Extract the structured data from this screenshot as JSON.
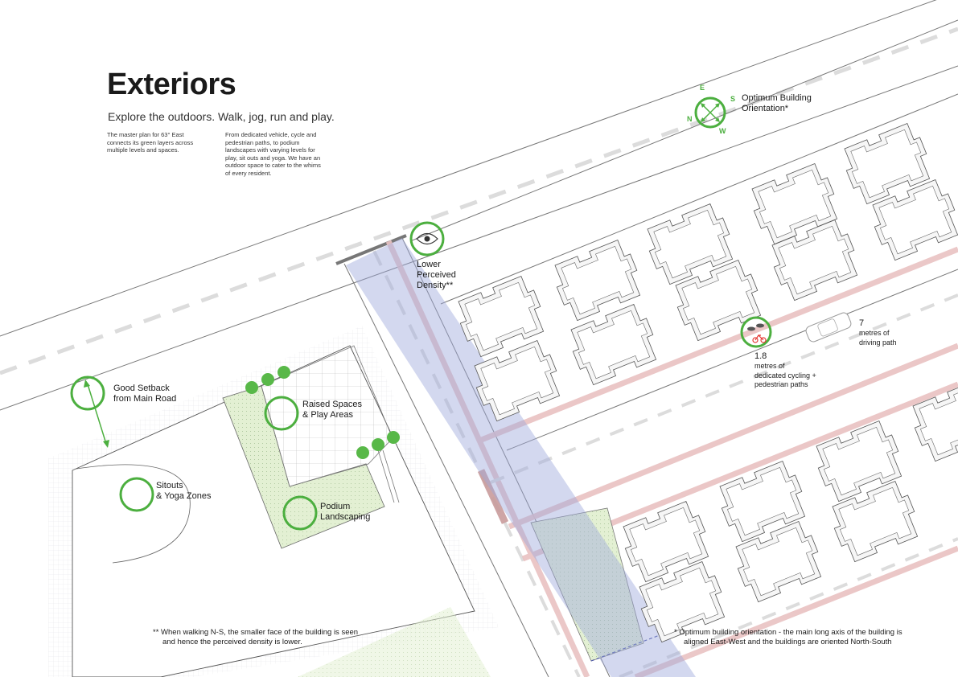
{
  "header": {
    "title": "Exteriors",
    "subtitle": "Explore the outdoors. Walk, jog, run and play.",
    "intro_col1": "The master plan for 63° East connects its green layers across multiple levels and spaces.",
    "intro_col2": "From dedicated vehicle, cycle and pedestrian paths, to podium landscapes with varying levels for play, sit outs and yoga. We have an outdoor space to cater to the whims of every resident."
  },
  "compass": {
    "label_line1": "Optimum Building",
    "label_line2": "Orientation*",
    "n": "N",
    "e": "E",
    "s": "S",
    "w": "W"
  },
  "callouts": {
    "density": [
      "Lower",
      "Perceived",
      "Density**"
    ],
    "setback": [
      "Good Setback",
      "from Main Road"
    ],
    "raised": [
      "Raised Spaces",
      "& Play Areas"
    ],
    "sitouts": [
      "Sitouts",
      "& Yoga Zones"
    ],
    "podium": [
      "Podium",
      "Landscaping"
    ],
    "cycling": {
      "value": "1.8",
      "desc": [
        "metres of",
        "dedicated cycling +",
        "pedestrian paths"
      ]
    },
    "driving": {
      "value": "7",
      "desc": [
        "metres of",
        "driving path"
      ]
    }
  },
  "footnotes": {
    "density_note": [
      "** When walking N-S, the smaller face of the building is seen",
      "and hence the perceived density is lower."
    ],
    "orientation_note": [
      "* Optimum building orientation - the main long axis of the building is",
      "aligned East-West and the buildings are oriented North-South"
    ]
  },
  "colors": {
    "accent_green": "#4caf3f",
    "landscape_green": "#e3f0d3",
    "path_red": "#edc7c7",
    "density_blue": "#9ea8db",
    "road_dash": "#dddddd",
    "building_stroke": "#555555"
  }
}
